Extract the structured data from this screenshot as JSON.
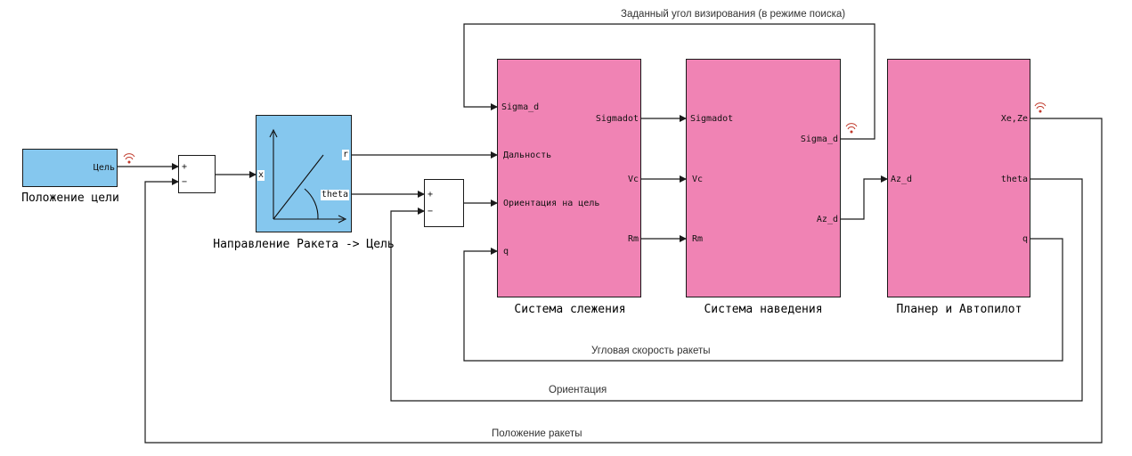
{
  "blocks": {
    "target": {
      "port_out": "Цель",
      "label": "Положение цели"
    },
    "sum1": {
      "sign_top": "+",
      "sign_bottom": "−"
    },
    "direction": {
      "port_in": "x",
      "port_out1": "r",
      "port_out2": "theta",
      "label": "Направление Ракета -> Цель"
    },
    "sum2": {
      "sign_top": "+",
      "sign_bottom": "−"
    },
    "tracking": {
      "label": "Система слежения",
      "in_ports": [
        "Sigma_d",
        "Дальность",
        "Ориентация на цель",
        "q"
      ],
      "out_ports": [
        "Sigmadot",
        "Vc",
        "Rm"
      ]
    },
    "guidance": {
      "label": "Система наведения",
      "in_ports": [
        "Sigmadot",
        "Vc",
        "Rm"
      ],
      "out_ports": [
        "Sigma_d",
        "Az_d"
      ]
    },
    "autopilot": {
      "label": "Планер и Автопилот",
      "in_ports": [
        "Az_d"
      ],
      "out_ports": [
        "Xe,Ze",
        "theta",
        "q"
      ]
    }
  },
  "signals": {
    "sigma_d_feedback": "Заданный угол визирования (в режиме поиска)",
    "angular_rate": "Угловая скорость ракеты",
    "orientation": "Ориентация",
    "missile_position": "Положение ракеты"
  },
  "colors": {
    "subsystem": "#f083b4",
    "source_block": "#85c7ee",
    "wire": "#1a1a1a",
    "signal_icon": "#c0392b"
  }
}
